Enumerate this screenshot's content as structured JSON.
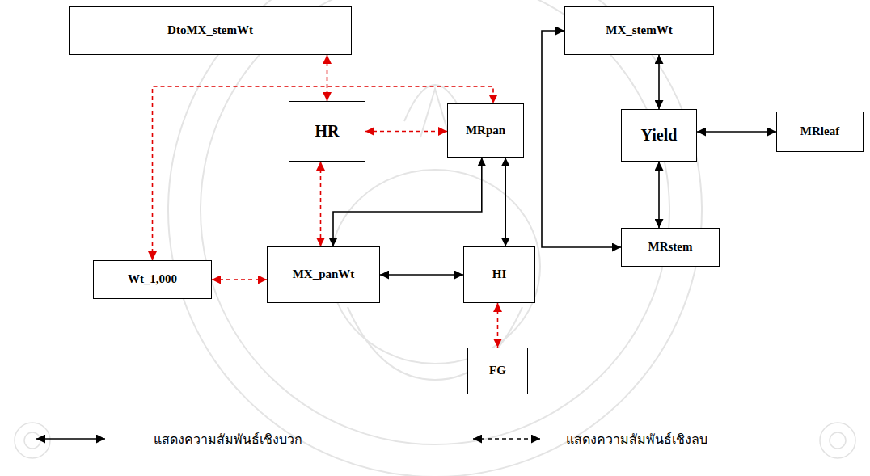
{
  "diagram": {
    "nodes": [
      {
        "text": [
          "DtoMX_stemWt"
        ]
      },
      {
        "text": [
          "MX_stemWt"
        ]
      },
      {
        "text": [
          "HR"
        ]
      },
      {
        "text": [
          "MRpan"
        ]
      },
      {
        "text": [
          "Yield"
        ]
      },
      {
        "text": [
          "MRleaf"
        ]
      },
      {
        "text": [
          "Wt_1,000"
        ]
      },
      {
        "text": [
          "MX_panWt"
        ]
      },
      {
        "text": [
          "HI"
        ]
      },
      {
        "text": [
          "MRstem"
        ]
      },
      {
        "text": [
          "FG"
        ]
      }
    ],
    "edges": [
      {
        "from": 0,
        "to": 2,
        "arrow": "both"
      },
      {
        "from": 6,
        "to": 3,
        "arrow": "both"
      },
      {
        "from": 2,
        "to": 3,
        "arrow": "both"
      },
      {
        "from": 2,
        "to": 7,
        "arrow": "both"
      },
      {
        "from": 3,
        "to": 7,
        "arrow": "both"
      },
      {
        "from": 6,
        "to": 7,
        "arrow": "both"
      },
      {
        "from": 7,
        "to": 8,
        "arrow": "both"
      },
      {
        "from": 3,
        "to": 8,
        "arrow": "both"
      },
      {
        "from": 8,
        "to": 10,
        "arrow": "both"
      },
      {
        "from": 1,
        "to": 4,
        "arrow": "both"
      },
      {
        "from": 4,
        "to": 5,
        "arrow": "both"
      },
      {
        "from": 4,
        "to": 9,
        "arrow": "both"
      },
      {
        "from": 1,
        "to": 9,
        "arrow": "both"
      }
    ],
    "legend": [
      {
        "text": "แสดงความสัมพันธ์เชิงบวก"
      },
      {
        "text": "แสดงความสัมพันธ์เชิงลบ"
      }
    ]
  }
}
